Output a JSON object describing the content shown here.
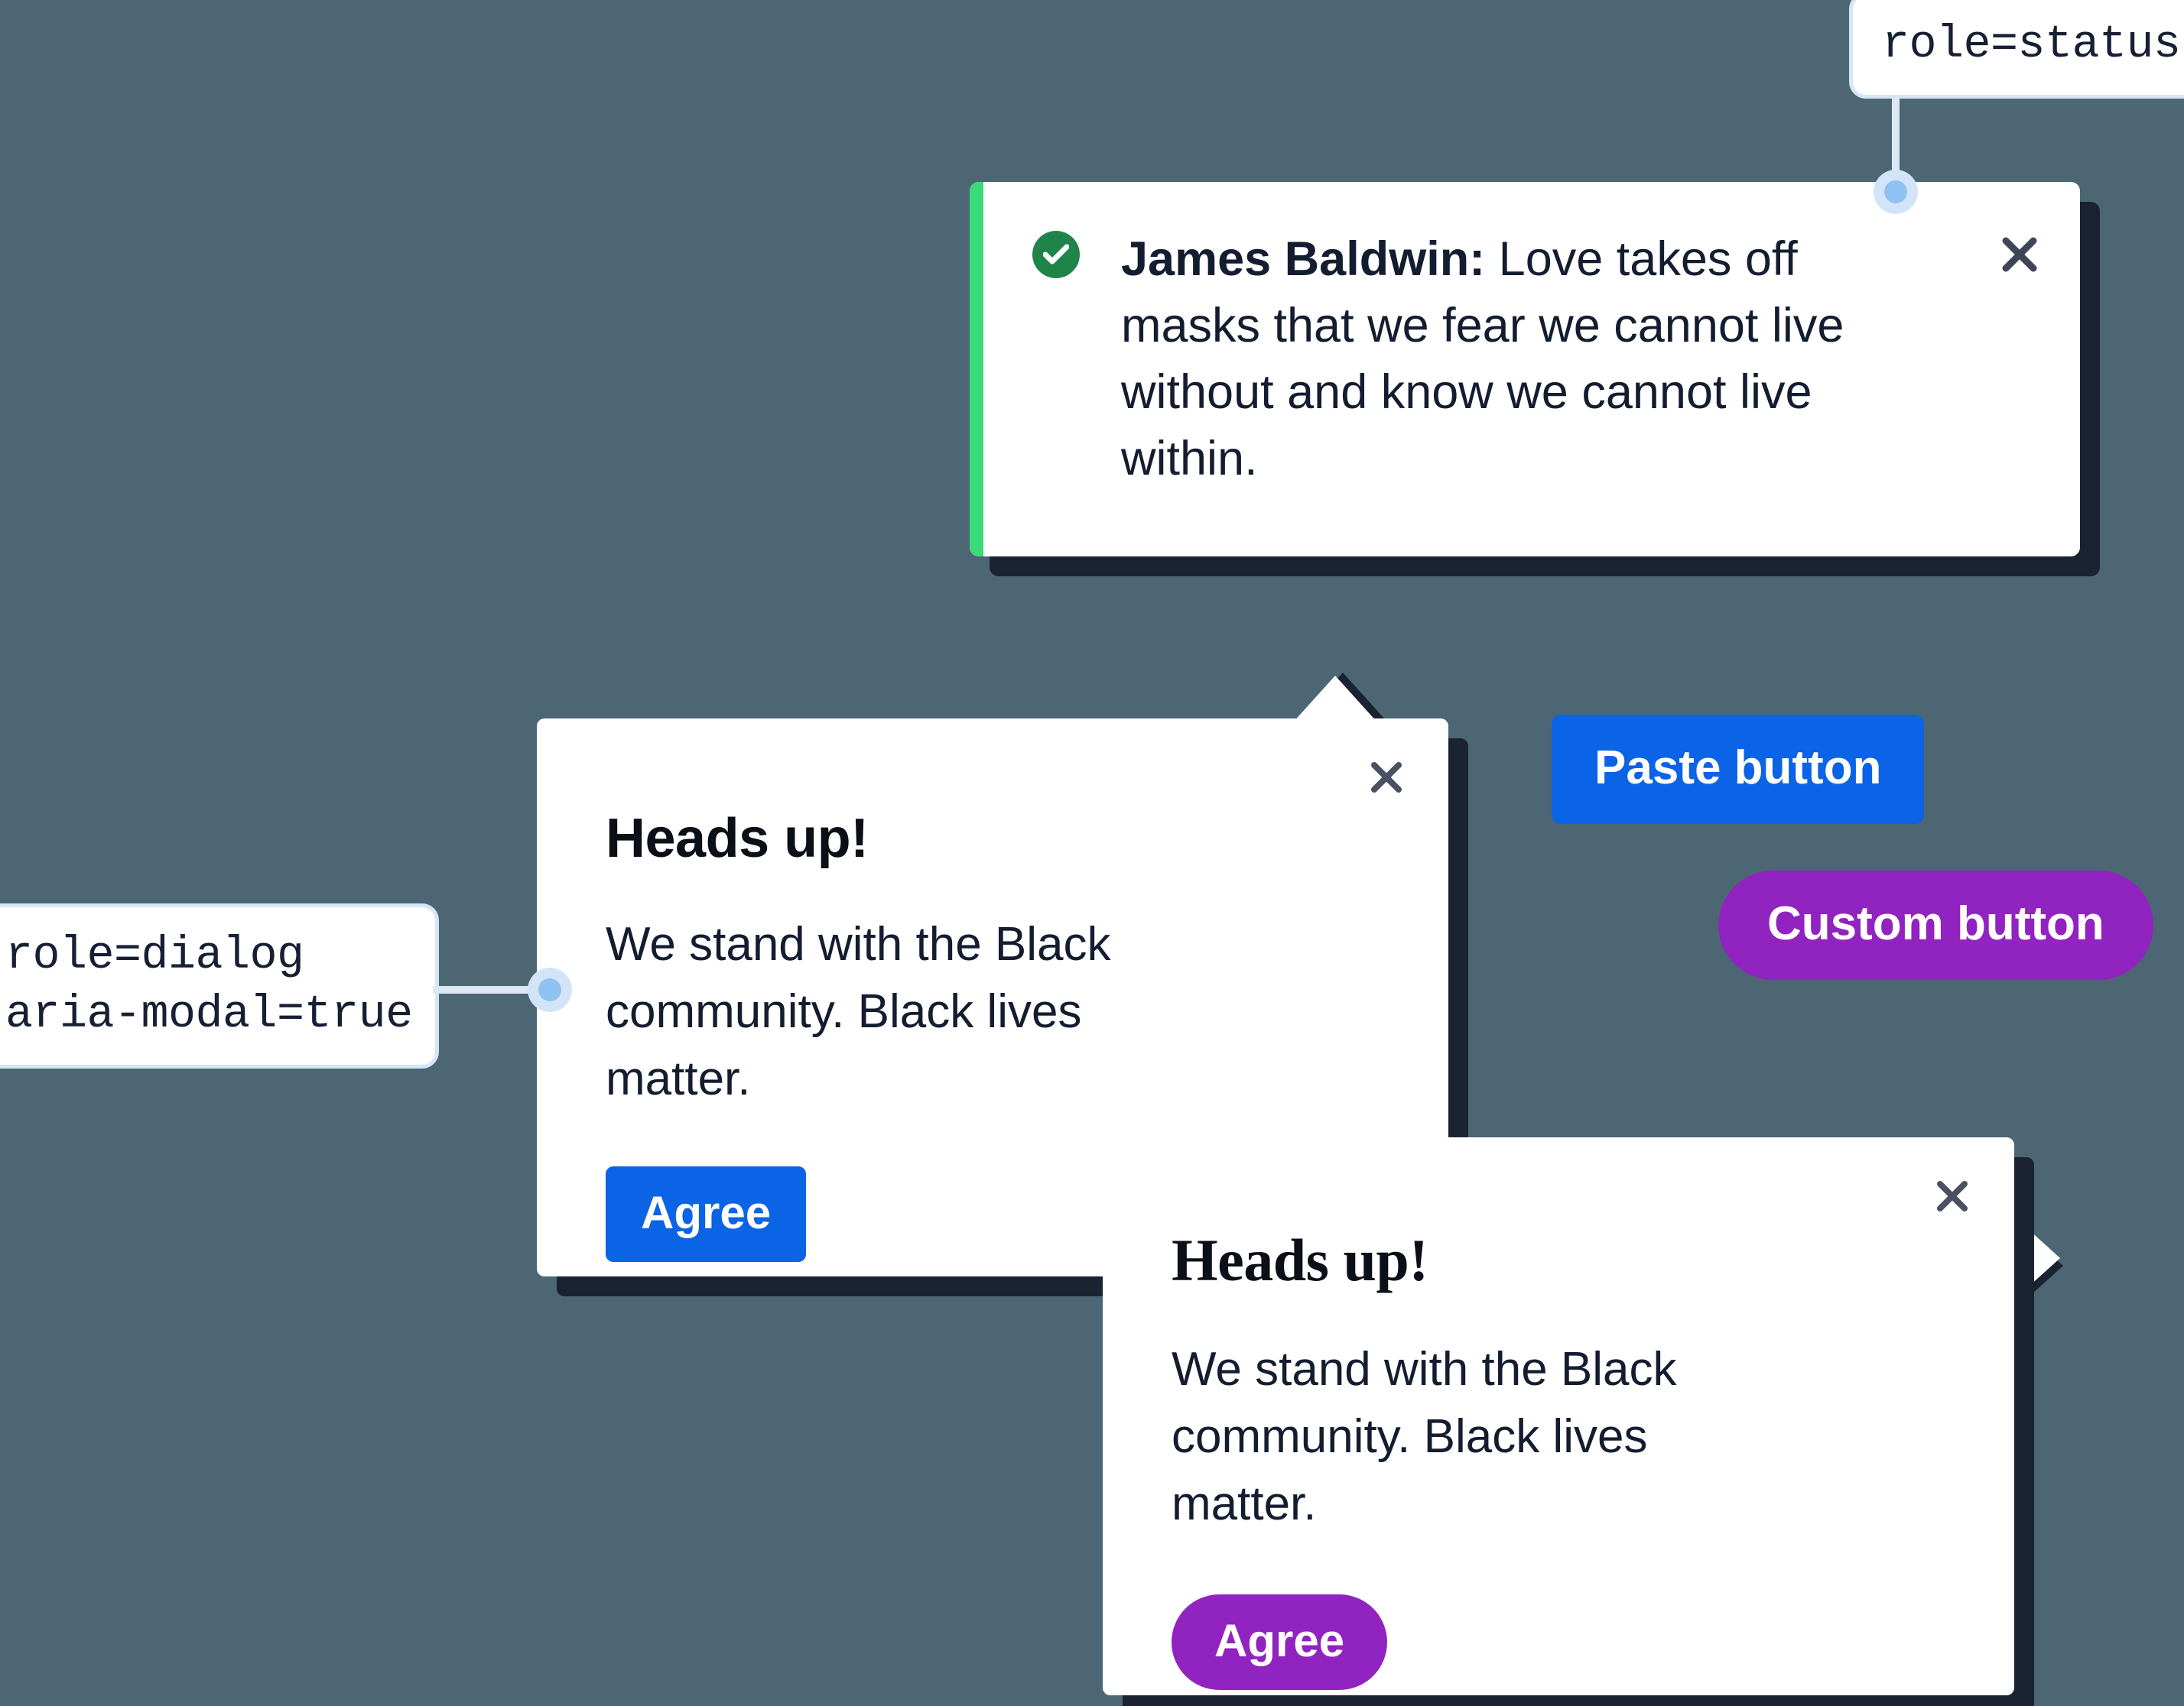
{
  "background_color": "#4c6773",
  "annotations": [
    {
      "id": "status",
      "name": "role-status-callout",
      "text": "role=status"
    },
    {
      "id": "dialog",
      "name": "role-dialog-callout",
      "text": "role=dialog\naria-modal=true"
    }
  ],
  "toast": {
    "name": "status-toast",
    "icon": "check-circle-icon",
    "accent_color": "#3adb78",
    "icon_color": "#1e8449",
    "author": "James Baldwin:",
    "message": " Love takes off masks that we fear we cannot live without and know we cannot live within.",
    "close_label": "×",
    "close_icon": "close-icon"
  },
  "dialog_a": {
    "name": "heads-up-dialog-default",
    "title": "Heads up!",
    "body": "We stand with the Black community. Black lives matter.",
    "agree_label": "Agree",
    "agree_color": "#0b63e5",
    "close_icon": "close-icon"
  },
  "dialog_b": {
    "name": "heads-up-dialog-custom",
    "title": "Heads up!",
    "body": "We stand with the Black community. Black lives matter.",
    "agree_label": "Agree",
    "agree_color": "#9123c0",
    "close_icon": "close-icon"
  },
  "buttons": {
    "paste": {
      "label": "Paste button",
      "color": "#0b63e5"
    },
    "custom": {
      "label": "Custom button",
      "color": "#9123c0"
    }
  }
}
